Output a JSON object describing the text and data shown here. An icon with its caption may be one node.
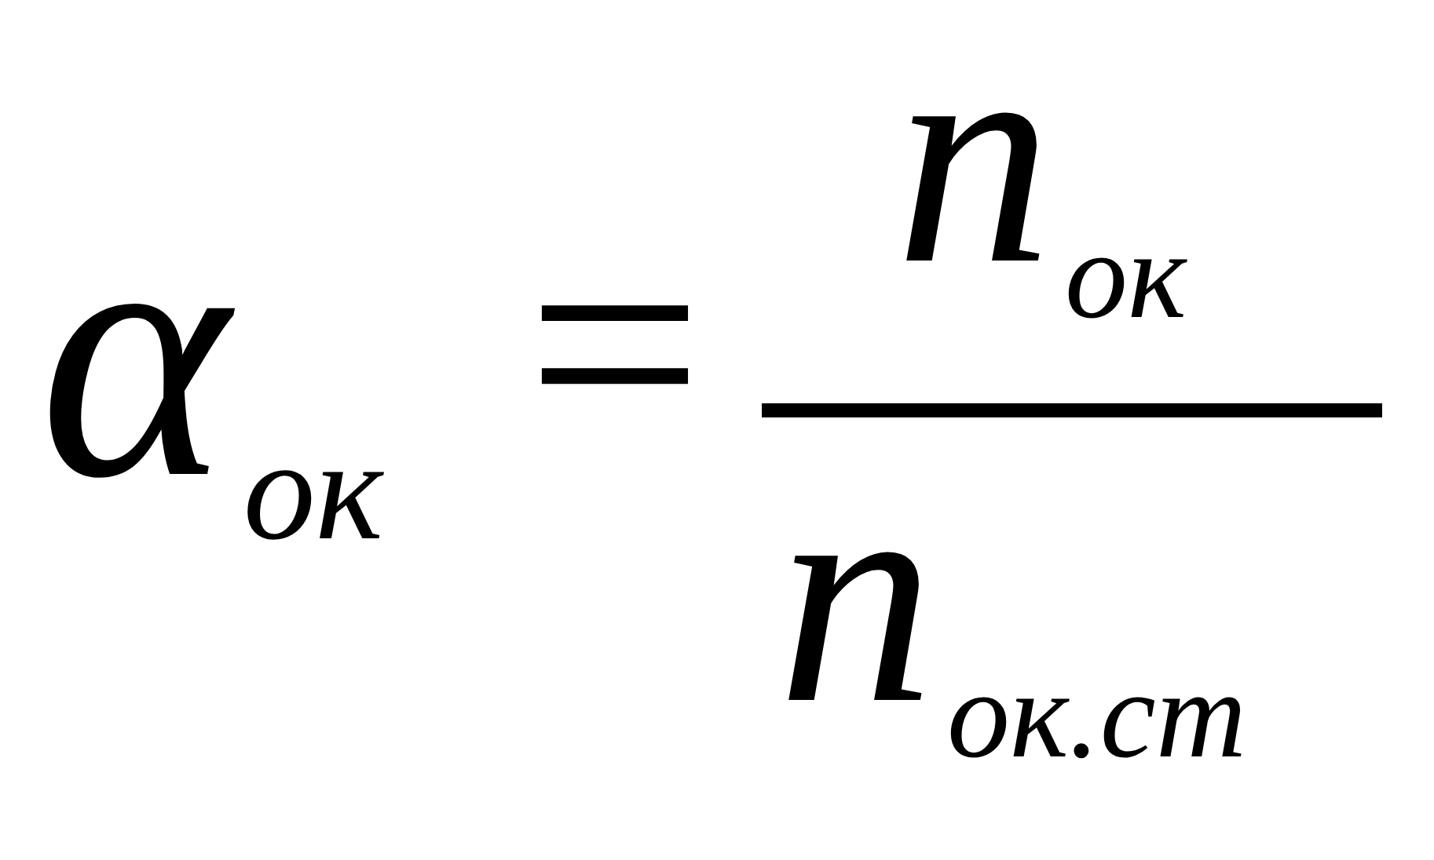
{
  "diagram": {
    "labels": [
      "α$_{ок}$",
      "=",
      "n$_{ок}$",
      "n$_{ок.ст}$"
    ]
  }
}
